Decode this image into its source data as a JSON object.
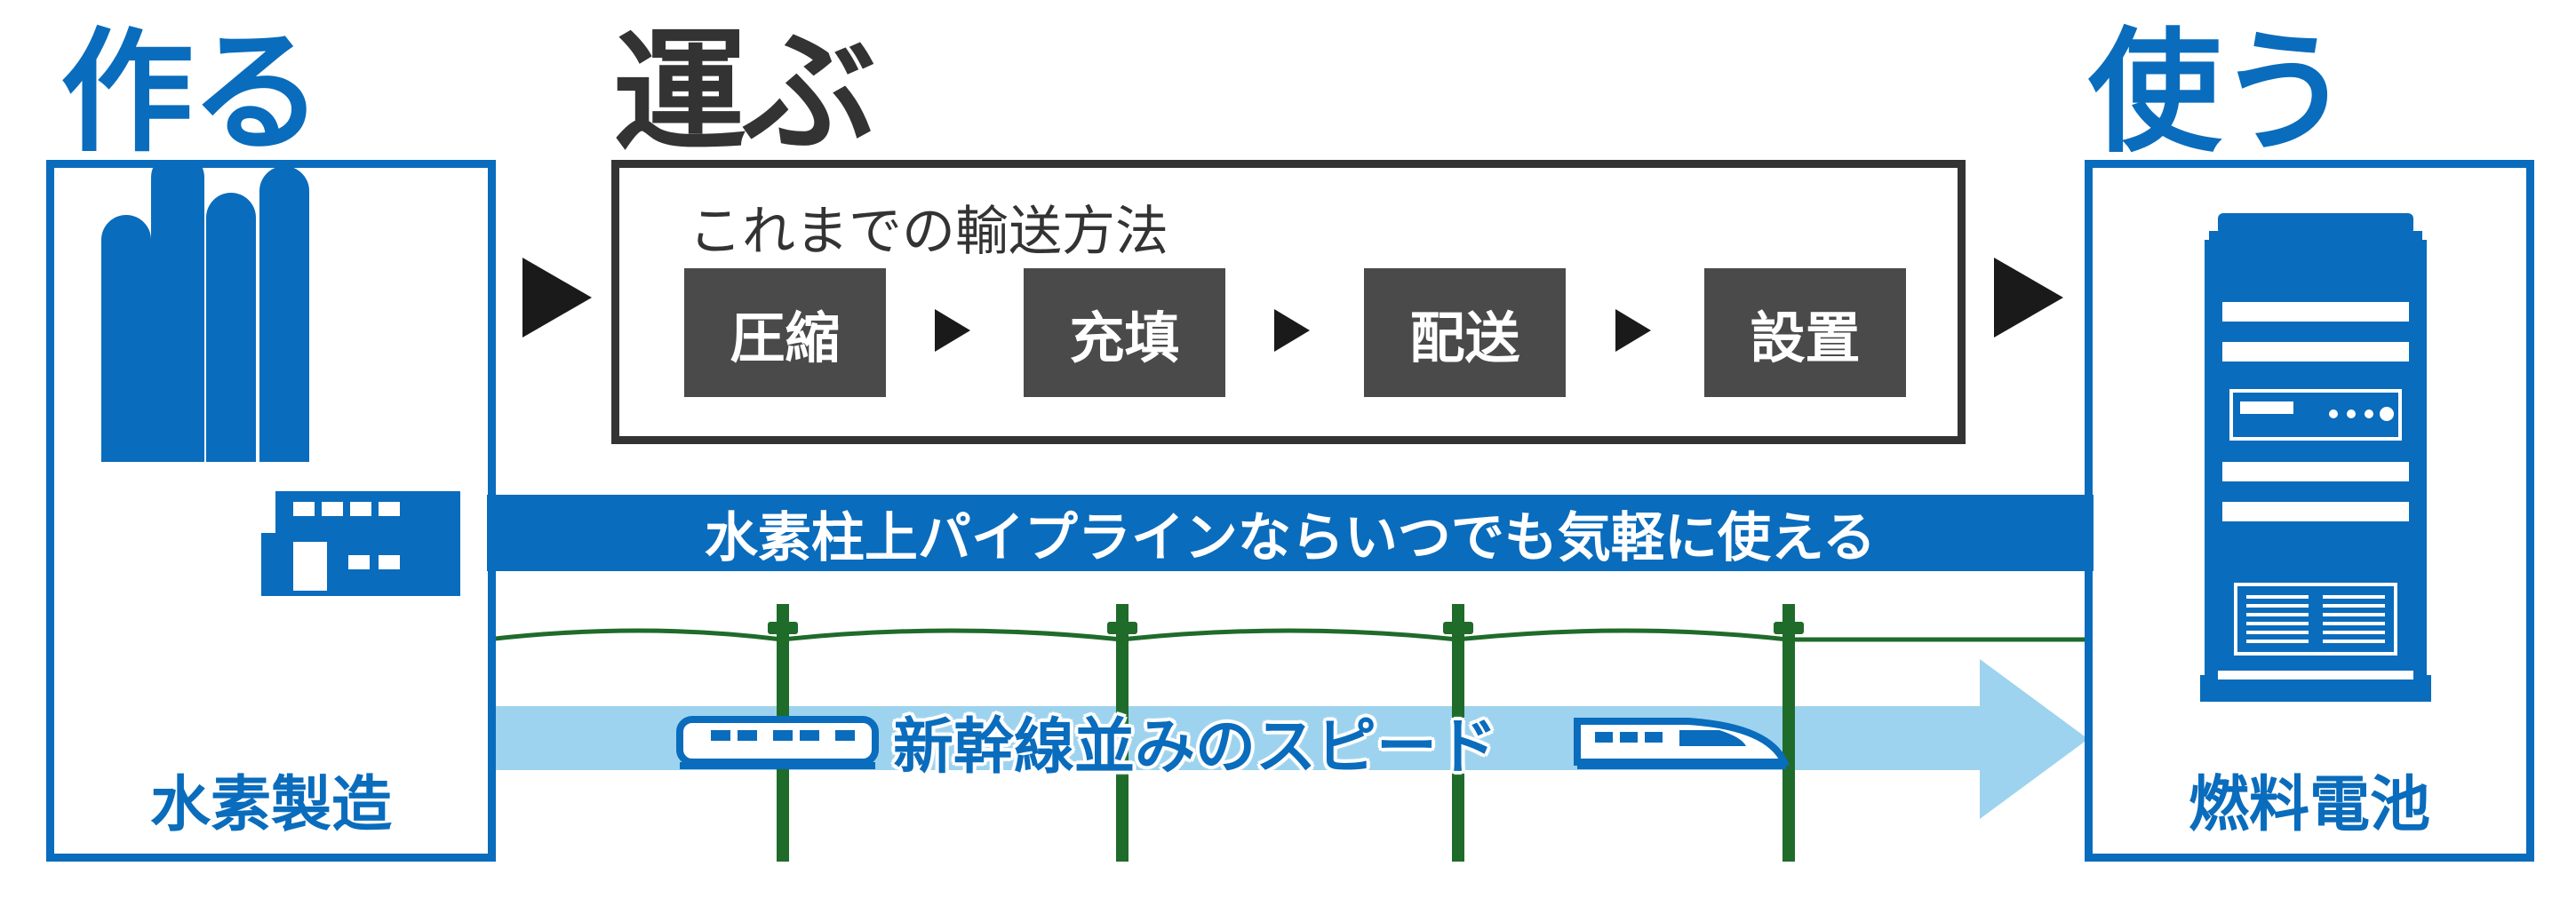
{
  "headings": {
    "make": "作る",
    "transport": "運ぶ",
    "use": "使う"
  },
  "production": {
    "label": "水素製造"
  },
  "fuel_cell": {
    "label": "燃料電池"
  },
  "conventional": {
    "title": "これまでの輸送方法",
    "steps": [
      "圧縮",
      "充填",
      "配送",
      "設置"
    ]
  },
  "pipeline": {
    "text": "水素柱上パイプラインならいつでも気軽に使える"
  },
  "train": {
    "text": "新幹線並みのスピード"
  },
  "colors": {
    "brand_blue": "#0a6cbc",
    "light_blue": "#9dd3ee",
    "dark_gray": "#333333",
    "pole_green": "#1f6b2a"
  }
}
